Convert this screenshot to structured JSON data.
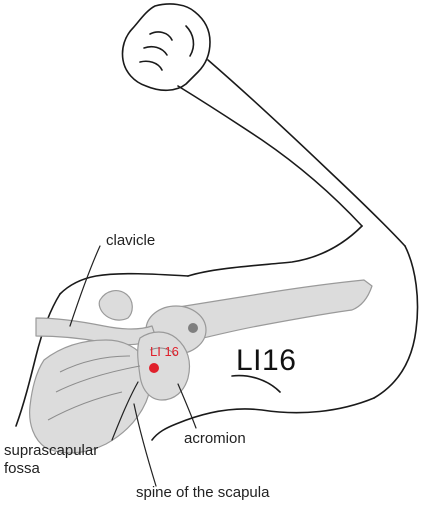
{
  "diagram": {
    "point_name": "LI16",
    "point_marker_label": "LI 16",
    "labels": {
      "clavicle": "clavicle",
      "suprascapular_line1": "suprascapular",
      "suprascapular_line2": "fossa",
      "acromion": "acromion",
      "spine": "spine of the scapula"
    },
    "colors": {
      "bone": "#dcdcdc",
      "outline": "#1a1a1a",
      "point": "#e0202b",
      "secondary_point": "#7f7f7f"
    }
  }
}
